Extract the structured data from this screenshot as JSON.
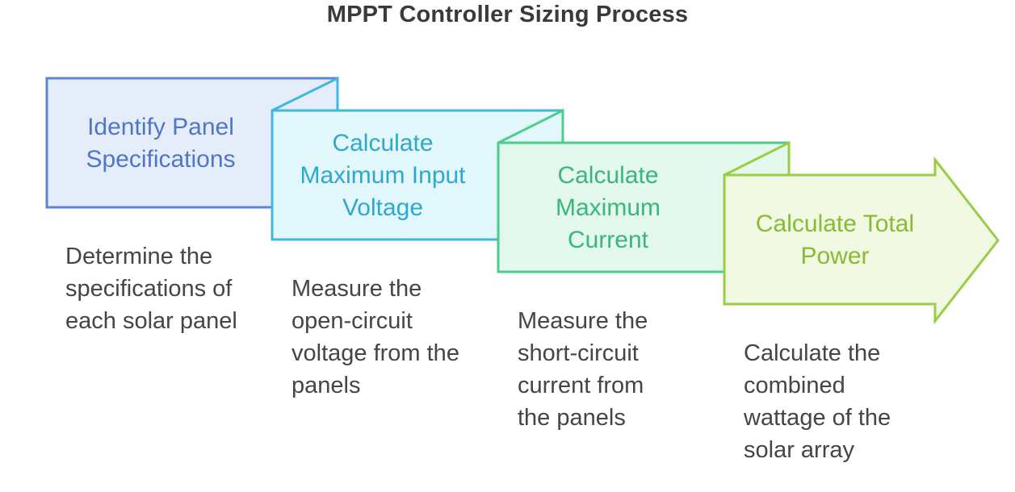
{
  "title": "MPPT Controller Sizing Process",
  "steps": [
    {
      "label": "Identify Panel Specifications",
      "description": "Determine the specifications of each solar panel",
      "color": "#5b86d6",
      "fill": "#e5edfb",
      "text_color": "#4f76c7"
    },
    {
      "label": "Calculate Maximum Input Voltage",
      "description": "Measure the open-circuit voltage from the panels",
      "color": "#3fb8dc",
      "fill": "#e3f8fd",
      "text_color": "#2fa8cf"
    },
    {
      "label": "Calculate Maximum Current",
      "description": "Measure the short-circuit current from the panels",
      "color": "#4ccb8b",
      "fill": "#e4f9ee",
      "text_color": "#3bb67a"
    },
    {
      "label": "Calculate Total Power",
      "description": "Calculate the combined wattage of the solar array",
      "color": "#98cd46",
      "fill": "#f1f9e3",
      "text_color": "#87bb34"
    }
  ]
}
